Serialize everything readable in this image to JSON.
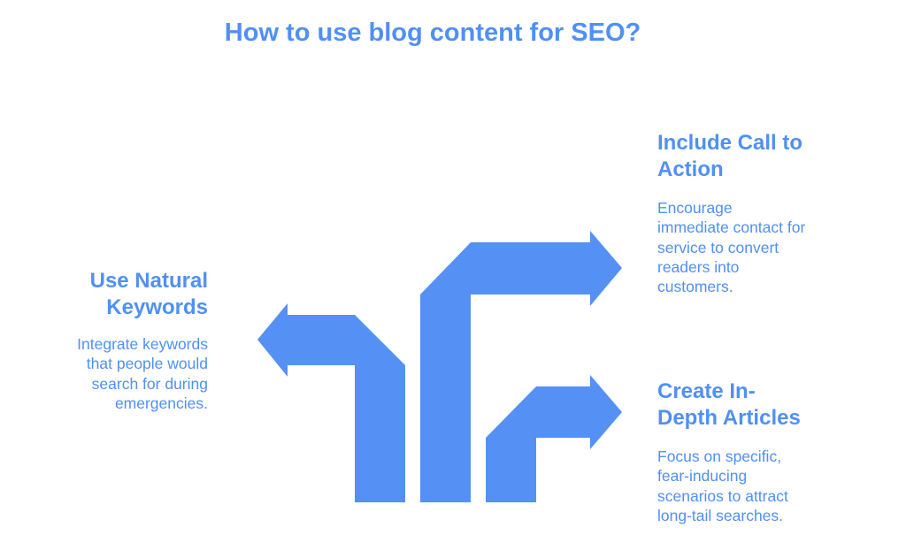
{
  "title": "How to use blog content for SEO?",
  "accent_color": "#5591f5",
  "blocks": {
    "natural_keywords": {
      "heading_line1": "Use Natural",
      "heading_line2": "Keywords",
      "body_lines": [
        "Integrate keywords",
        "that people would",
        "search for during",
        "emergencies."
      ]
    },
    "call_to_action": {
      "heading_line1": "Include Call to",
      "heading_line2": "Action",
      "body_lines": [
        "Encourage",
        "immediate contact for",
        "service to convert",
        "readers into",
        "customers."
      ]
    },
    "in_depth_articles": {
      "heading_line1": "Create In-",
      "heading_line2": "Depth Articles",
      "body_lines": [
        "Focus on specific,",
        "fear-inducing",
        "scenarios to attract",
        "long-tail searches."
      ]
    }
  }
}
